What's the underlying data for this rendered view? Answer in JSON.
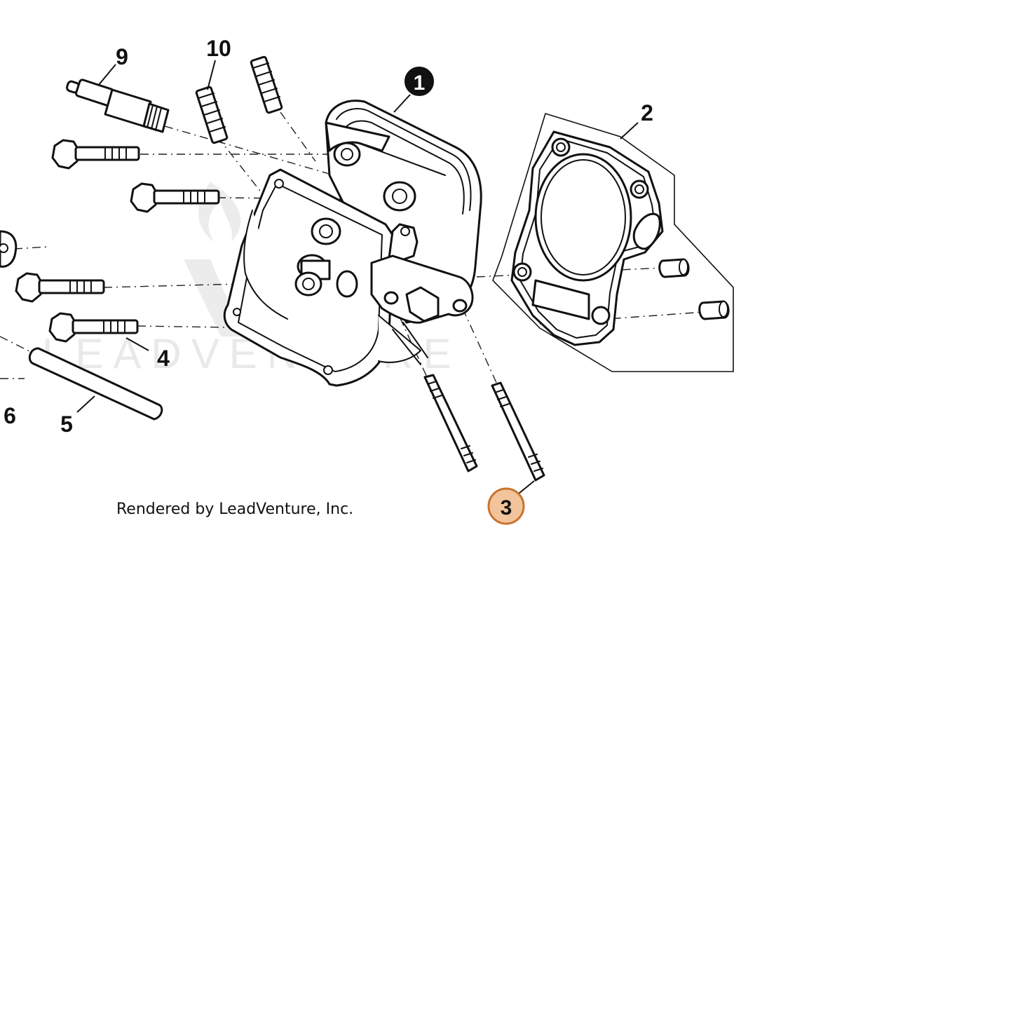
{
  "diagram": {
    "callouts": {
      "c1": "1",
      "c2": "2",
      "c3": "3",
      "c4": "4",
      "c5": "5",
      "c6": "6",
      "c9": "9",
      "c10": "10"
    },
    "highlight_color": "#f2c49b",
    "highlight_stroke": "#c8742f",
    "credit": "Rendered by LeadVenture, Inc.",
    "watermark": "LEADVENTURE"
  }
}
